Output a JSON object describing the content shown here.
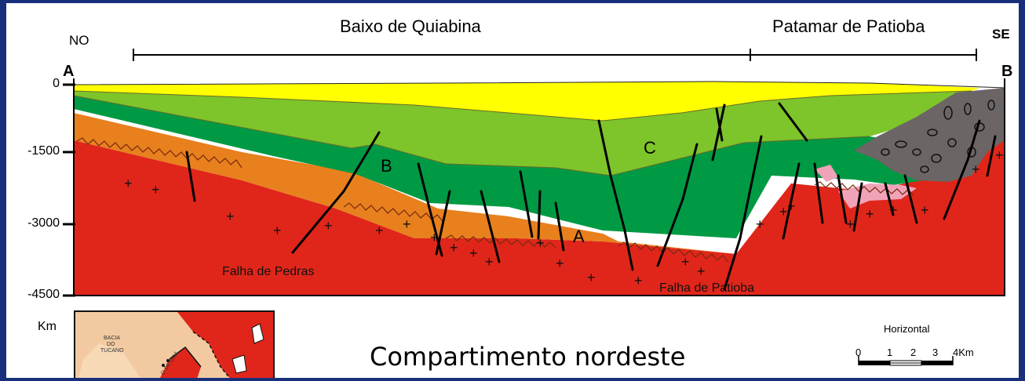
{
  "header": {
    "region_left": "Baixo de Quiabina",
    "region_right": "Patamar de Patioba",
    "dir_left": "NO",
    "dir_right": "SE",
    "point_left": "A",
    "point_right": "B"
  },
  "depth_axis": {
    "ticks": [
      "0",
      "-1500",
      "-3000",
      "-4500"
    ],
    "unit": "Km"
  },
  "units": {
    "a": "A",
    "b": "B",
    "c": "C"
  },
  "faults": {
    "pedras": "Falha de Pedras",
    "patioba": "Falha de Patioba"
  },
  "title": "Compartimento nordeste",
  "scale": {
    "label": "Horizontal",
    "ticks": [
      "0",
      "1",
      "2",
      "3",
      "4Km"
    ]
  },
  "inset": {
    "label_basin": [
      "BACIA",
      "DO",
      "TUCANO"
    ],
    "label_rim": "O DE ORÁ"
  },
  "colors": {
    "background": "#1a2f7a",
    "yellow": "#ffff00",
    "light_green": "#7dc52a",
    "dark_green": "#009a44",
    "orange": "#e8801e",
    "red": "#e0261a",
    "pink": "#f0a3b8",
    "conglomerate": "#6b6565"
  }
}
